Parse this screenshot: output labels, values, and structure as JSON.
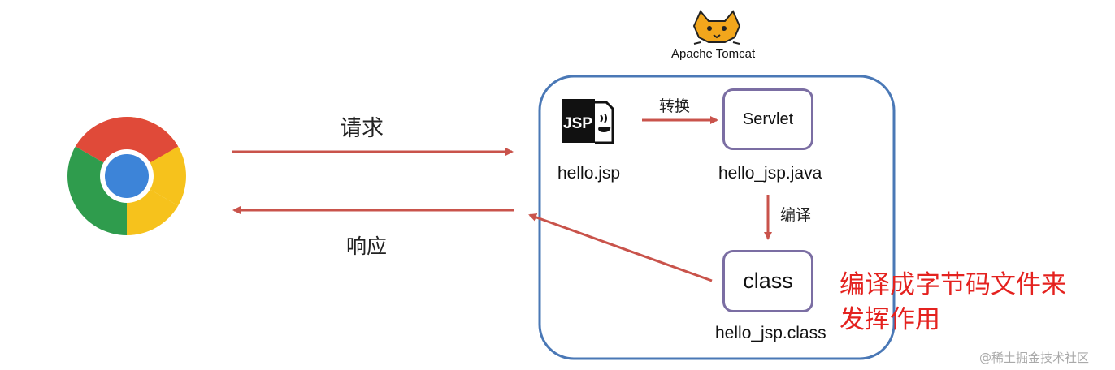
{
  "tomcat": {
    "label": "Apache Tomcat",
    "icon": "tomcat-cat-logo-icon"
  },
  "browser": {
    "icon": "chrome-browser-icon"
  },
  "arrows": {
    "request_label": "请求",
    "response_label": "响应",
    "convert_label": "转换",
    "compile_label": "编译"
  },
  "nodes": {
    "jsp": {
      "icon": "jsp-file-icon",
      "icon_text": "JSP",
      "file": "hello.jsp"
    },
    "servlet": {
      "box_label": "Servlet",
      "file": "hello_jsp.java"
    },
    "class": {
      "box_label": "class",
      "file": "hello_jsp.class"
    }
  },
  "annotation": {
    "line1": "编译成字节码文件来",
    "line2": "发挥作用"
  },
  "watermark": "@稀土掘金技术社区",
  "colors": {
    "arrow": "#c9534b",
    "container_border": "#4a78b6",
    "box_border": "#7b6ea3",
    "annotation": "#e4221f"
  }
}
